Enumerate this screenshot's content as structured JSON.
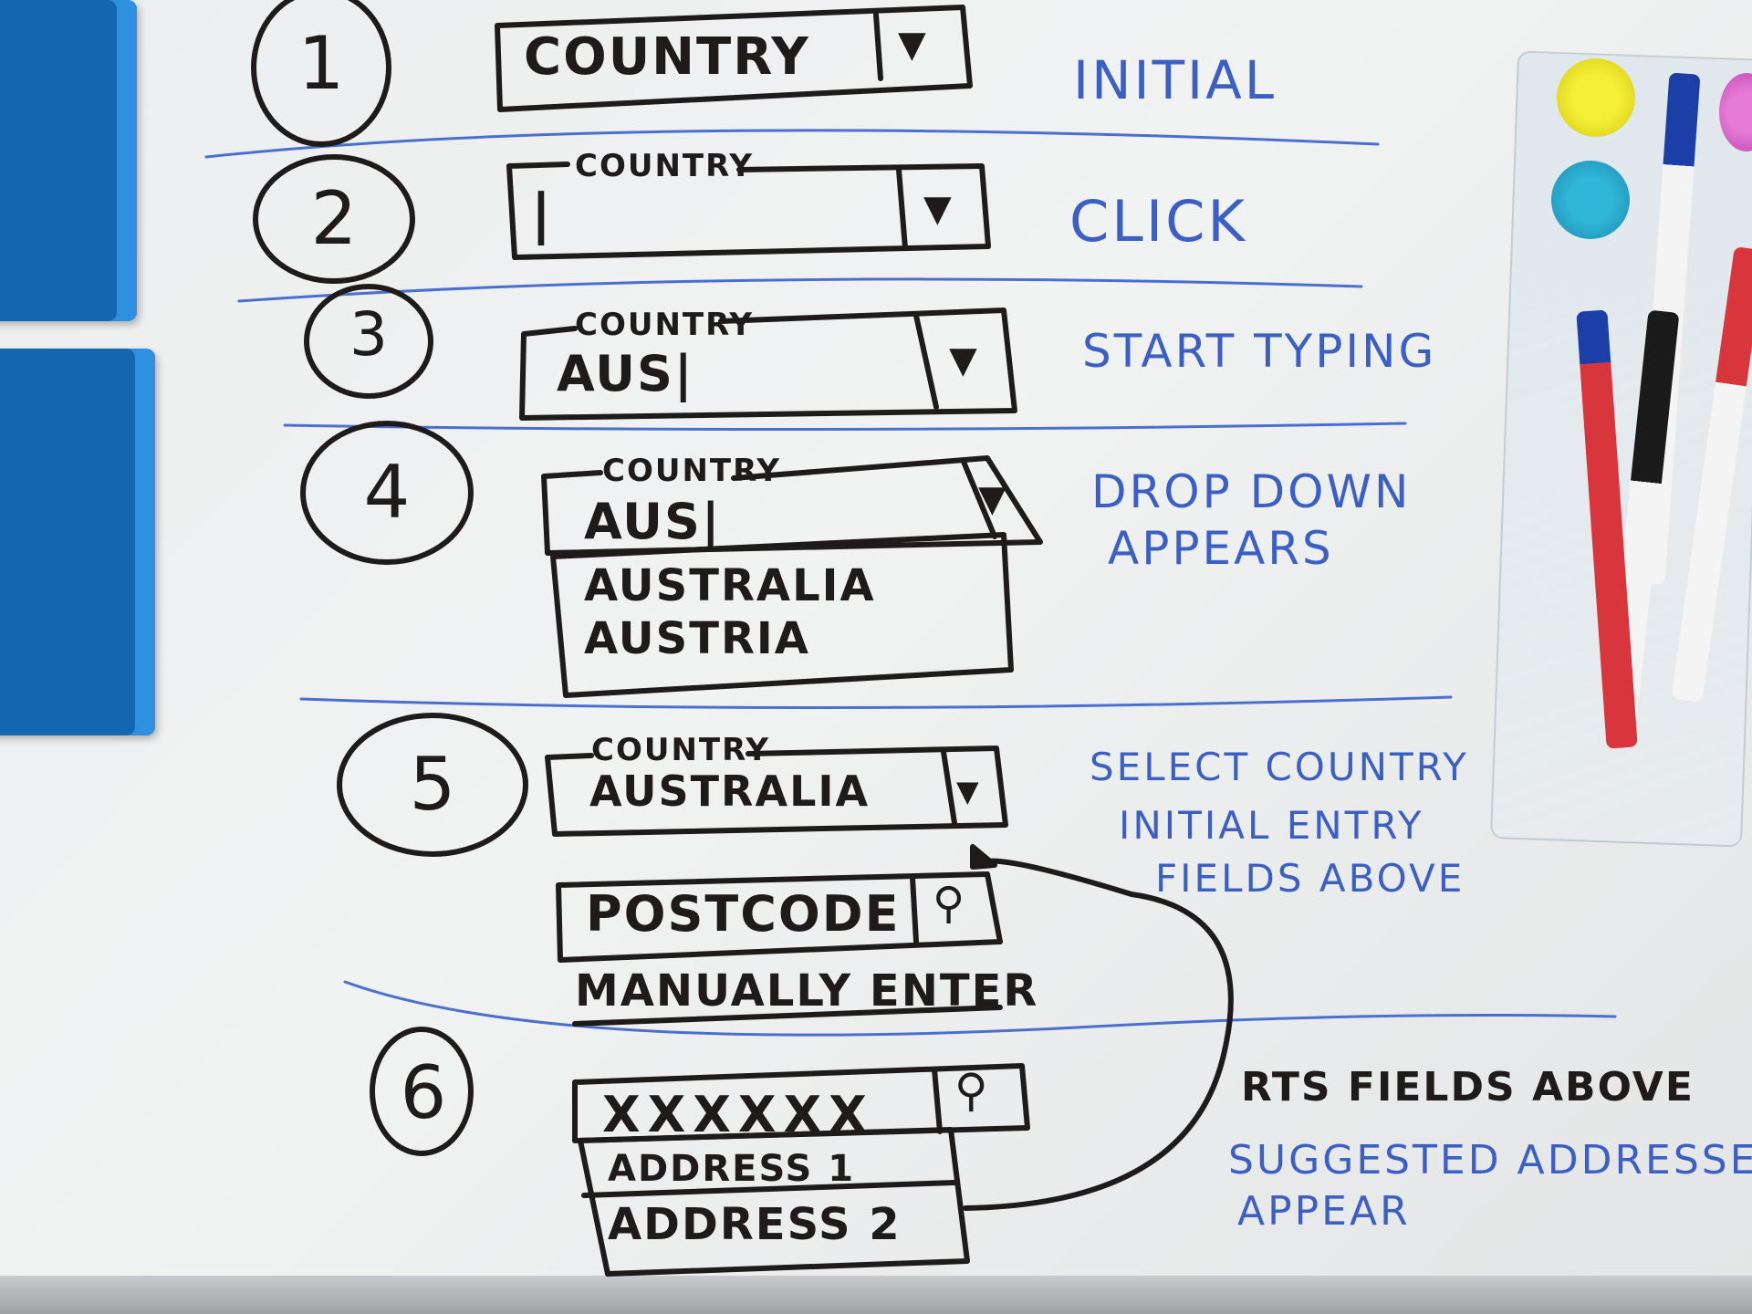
{
  "steps": [
    {
      "number": "1",
      "field_label": "COUNTRY",
      "caption": "INITIAL"
    },
    {
      "number": "2",
      "field_label": "COUNTRY",
      "input_text": "|",
      "caption": "CLICK"
    },
    {
      "number": "3",
      "field_label": "COUNTRY",
      "input_text": "AUS|",
      "caption": "START TYPING"
    },
    {
      "number": "4",
      "field_label": "COUNTRY",
      "input_text": "AUS|",
      "options": [
        "AUSTRALIA",
        "AUSTRIA"
      ],
      "caption_line1": "DROP DOWN",
      "caption_line2": "APPEARS"
    },
    {
      "number": "5",
      "field_label": "COUNTRY",
      "input_text": "AUSTRALIA",
      "postcode_label": "POSTCODE",
      "manual_link": "MANUALLY ENTER",
      "caption_line1": "SELECT COUNTRY",
      "caption_line2": "INITIAL ENTRY",
      "caption_line3": "FIELDS ABOVE"
    },
    {
      "number": "6",
      "input_text": "XXXXXX",
      "suggestions": [
        "ADDRESS 1",
        "ADDRESS 2"
      ],
      "arrow_note": "RTS FIELDS ABOVE",
      "caption_line1": "SUGGESTED ADDRESSES",
      "caption_line2": "APPEAR"
    }
  ],
  "colors": {
    "ink_black": "#1f1b1a",
    "ink_blue": "#3c5fc4",
    "divider_blue": "#4a6fd0"
  },
  "icons": {
    "dropdown": "chevron-down-icon",
    "search": "search-icon"
  }
}
